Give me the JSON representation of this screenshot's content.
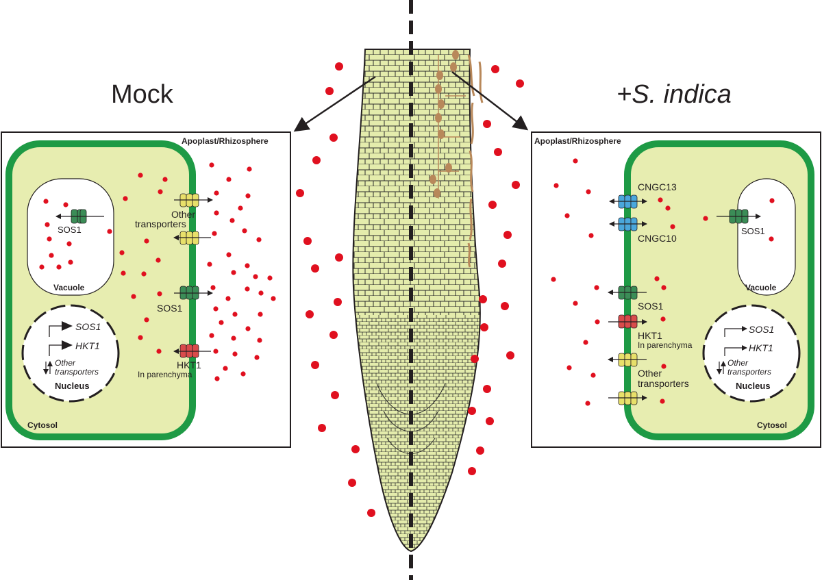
{
  "headings": {
    "left": "Mock",
    "right": "+S. indica"
  },
  "mock_panel": {
    "apoplast": "Apoplast/Rhizosphere",
    "cytosol": "Cytosol",
    "vacuole": "Vacuole",
    "nucleus": "Nucleus",
    "vac_sos1": "SOS1",
    "other_transporters_1": "Other",
    "other_transporters_2": "transporters",
    "pm_sos1": "SOS1",
    "hkt1": "HKT1",
    "hkt1_sub": "In parenchyma",
    "gene_sos1": "SOS1",
    "gene_hkt1": "HKT1",
    "gene_other_1": "Other",
    "gene_other_2": "transporters"
  },
  "indica_panel": {
    "apoplast": "Apoplast/Rhizosphere",
    "cytosol": "Cytosol",
    "vacuole": "Vacuole",
    "nucleus": "Nucleus",
    "cngc13": "CNGC13",
    "cngc10": "CNGC10",
    "vac_sos1": "SOS1",
    "pm_sos1": "SOS1",
    "hkt1": "HKT1",
    "hkt1_sub": "In parenchyma",
    "other_transporters_1": "Other",
    "other_transporters_2": "transporters",
    "gene_sos1": "SOS1",
    "gene_hkt1": "HKT1",
    "gene_other_1": "Other",
    "gene_other_2": "transporters"
  },
  "colors": {
    "cell_wall": "#1e9a45",
    "cytosol": "#e7edb0",
    "sodium": "#e0101f",
    "sos1": "#3b8d57",
    "hkt1": "#d94b4b",
    "other": "#e8e06a",
    "cngc": "#4aa7dc",
    "fungus": "#b8885a",
    "root": "#e4ecac"
  }
}
